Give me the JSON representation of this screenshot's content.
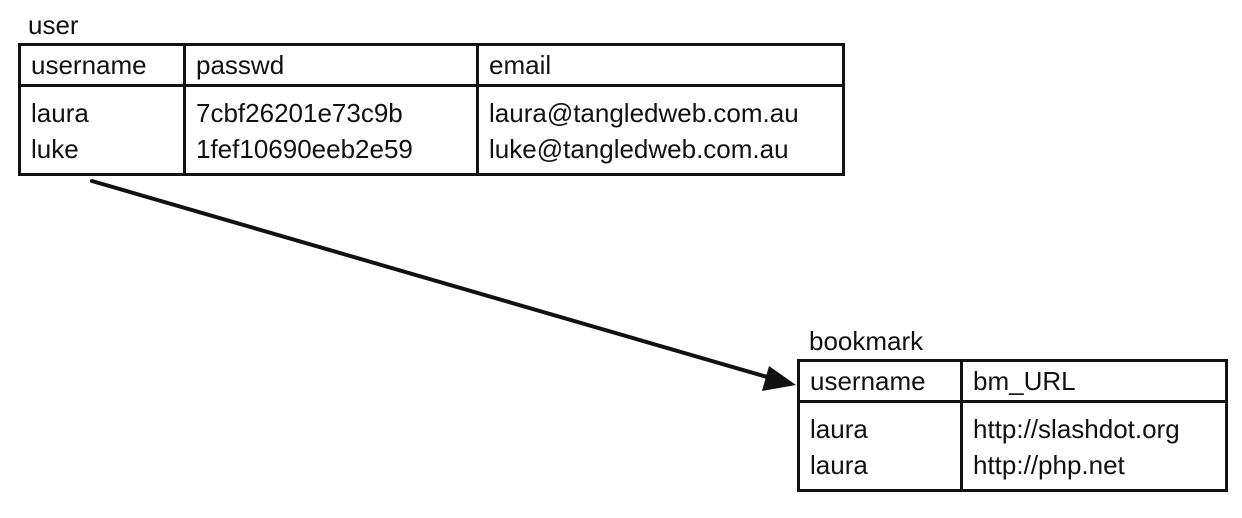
{
  "tables": {
    "user": {
      "name": "user",
      "columns": [
        "username",
        "passwd",
        "email"
      ],
      "rows": [
        [
          "laura",
          "7cbf26201e73c9b",
          "laura@tangledweb.com.au"
        ],
        [
          "luke",
          "1fef10690eeb2e59",
          "luke@tangledweb.com.au"
        ]
      ]
    },
    "bookmark": {
      "name": "bookmark",
      "columns": [
        "username",
        "bm_URL"
      ],
      "rows": [
        [
          "laura",
          "http://slashdot.org"
        ],
        [
          "laura",
          "http://php.net"
        ]
      ]
    }
  },
  "relationship": {
    "from": "user.username",
    "to": "bookmark.username"
  },
  "colors": {
    "line": "#111111",
    "background": "#ffffff"
  }
}
